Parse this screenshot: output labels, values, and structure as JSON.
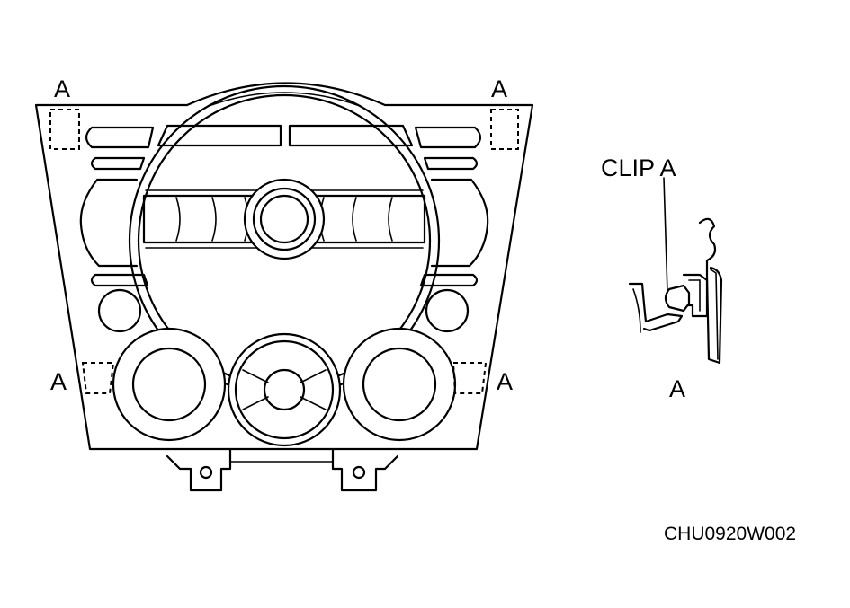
{
  "labels": {
    "clip_marker": "A",
    "clip_name": "CLIP A",
    "detail_marker": "A"
  },
  "figure_code": "CHU0920W002"
}
